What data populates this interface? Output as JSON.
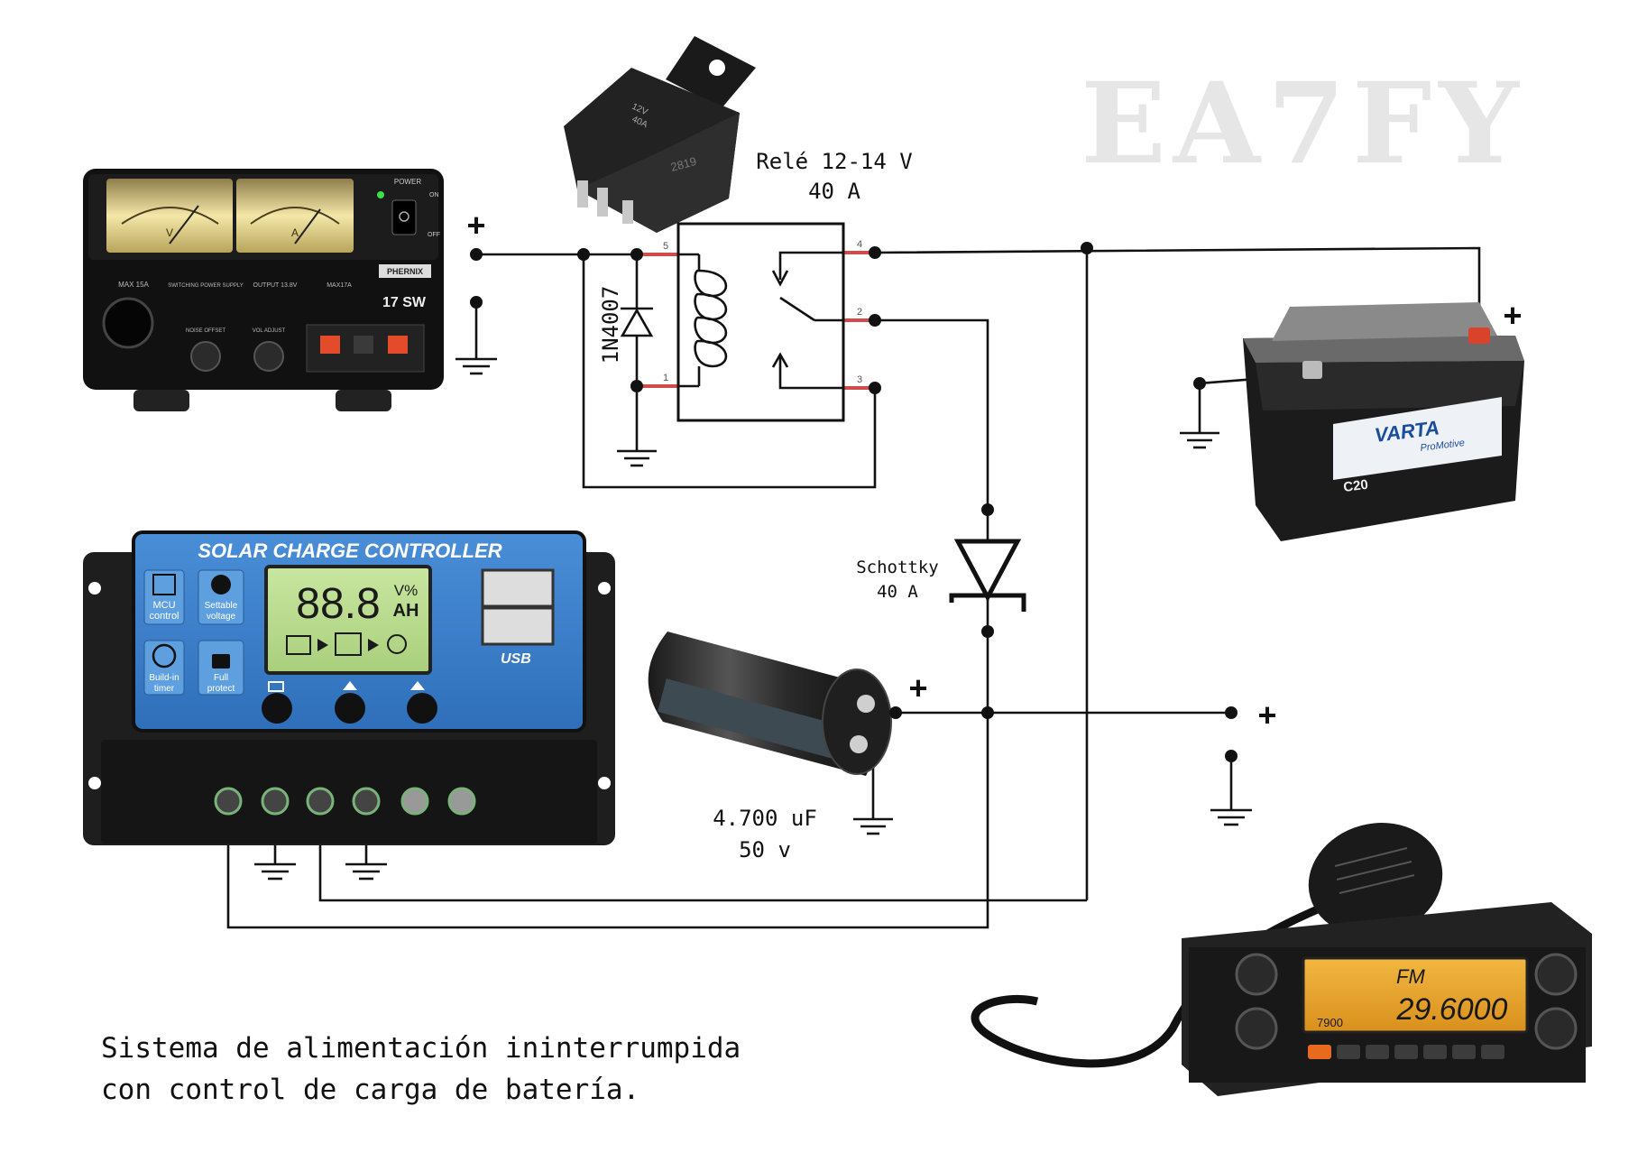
{
  "watermark": "EA7FY",
  "relay": {
    "label_line1": "Relé 12-14 V",
    "label_line2": "40 A",
    "pins": [
      "5",
      "1",
      "4",
      "2",
      "3"
    ],
    "case_line1": "12V",
    "case_line2": "40A",
    "case_code": "2819"
  },
  "diode": {
    "label": "1N4007"
  },
  "schottky": {
    "label_line1": "Schottky",
    "label_line2": "40 A"
  },
  "capacitor": {
    "label_line1": "4.700 uF",
    "label_line2": "50 v"
  },
  "polarity": {
    "plus": "+"
  },
  "power_supply": {
    "power_label": "POWER",
    "on_label": "ON",
    "off_label": "OFF",
    "brand": "PHERNIX",
    "model": "17 SW",
    "panel_labels": [
      "MAX 15A",
      "SWITCHING POWER SUPPLY",
      "OUTPUT 13.8V",
      "MAX17A"
    ],
    "knob_labels": [
      "NOISE OFFSET",
      "VOL ADJUST"
    ],
    "meter_left": "V",
    "meter_right": "A"
  },
  "charge_controller": {
    "title": "SOLAR CHARGE CONTROLLER",
    "display": "88.8",
    "units_top": "V%",
    "units_bottom": "AH",
    "features": [
      "MCU",
      "control",
      "Settable",
      "voltage",
      "Build-in",
      "timer",
      "Full",
      "protect"
    ],
    "usb_label": "USB"
  },
  "battery": {
    "brand": "VARTA",
    "line": "ProMotive",
    "model": "C20"
  },
  "radio": {
    "band": "FM",
    "frequency": "29.6000",
    "channel": "7900"
  },
  "caption": {
    "line1": "Sistema de alimentación ininterrumpida",
    "line2": "con control de carga de batería."
  }
}
